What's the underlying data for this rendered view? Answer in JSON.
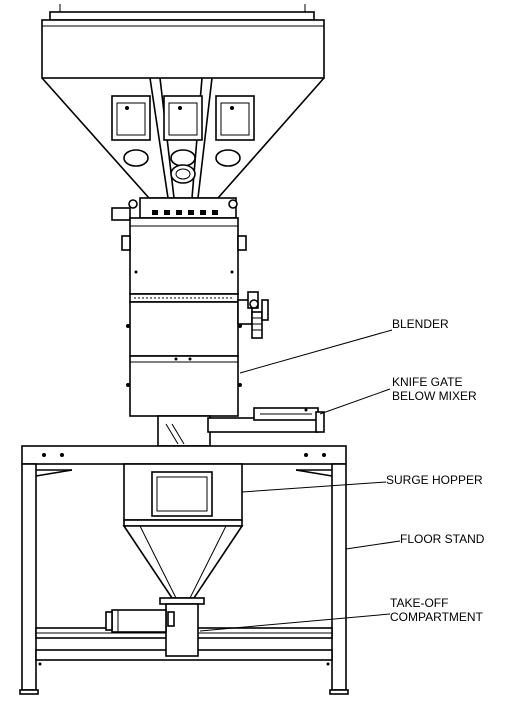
{
  "labels": {
    "blender": "BLENDER",
    "knife_gate_line1": "KNIFE GATE",
    "knife_gate_line2": "BELOW MIXER",
    "surge_hopper": "SURGE HOPPER",
    "floor_stand": "FLOOR STAND",
    "take_off_line1": "TAKE-OFF",
    "take_off_line2": "COMPARTMENT"
  }
}
